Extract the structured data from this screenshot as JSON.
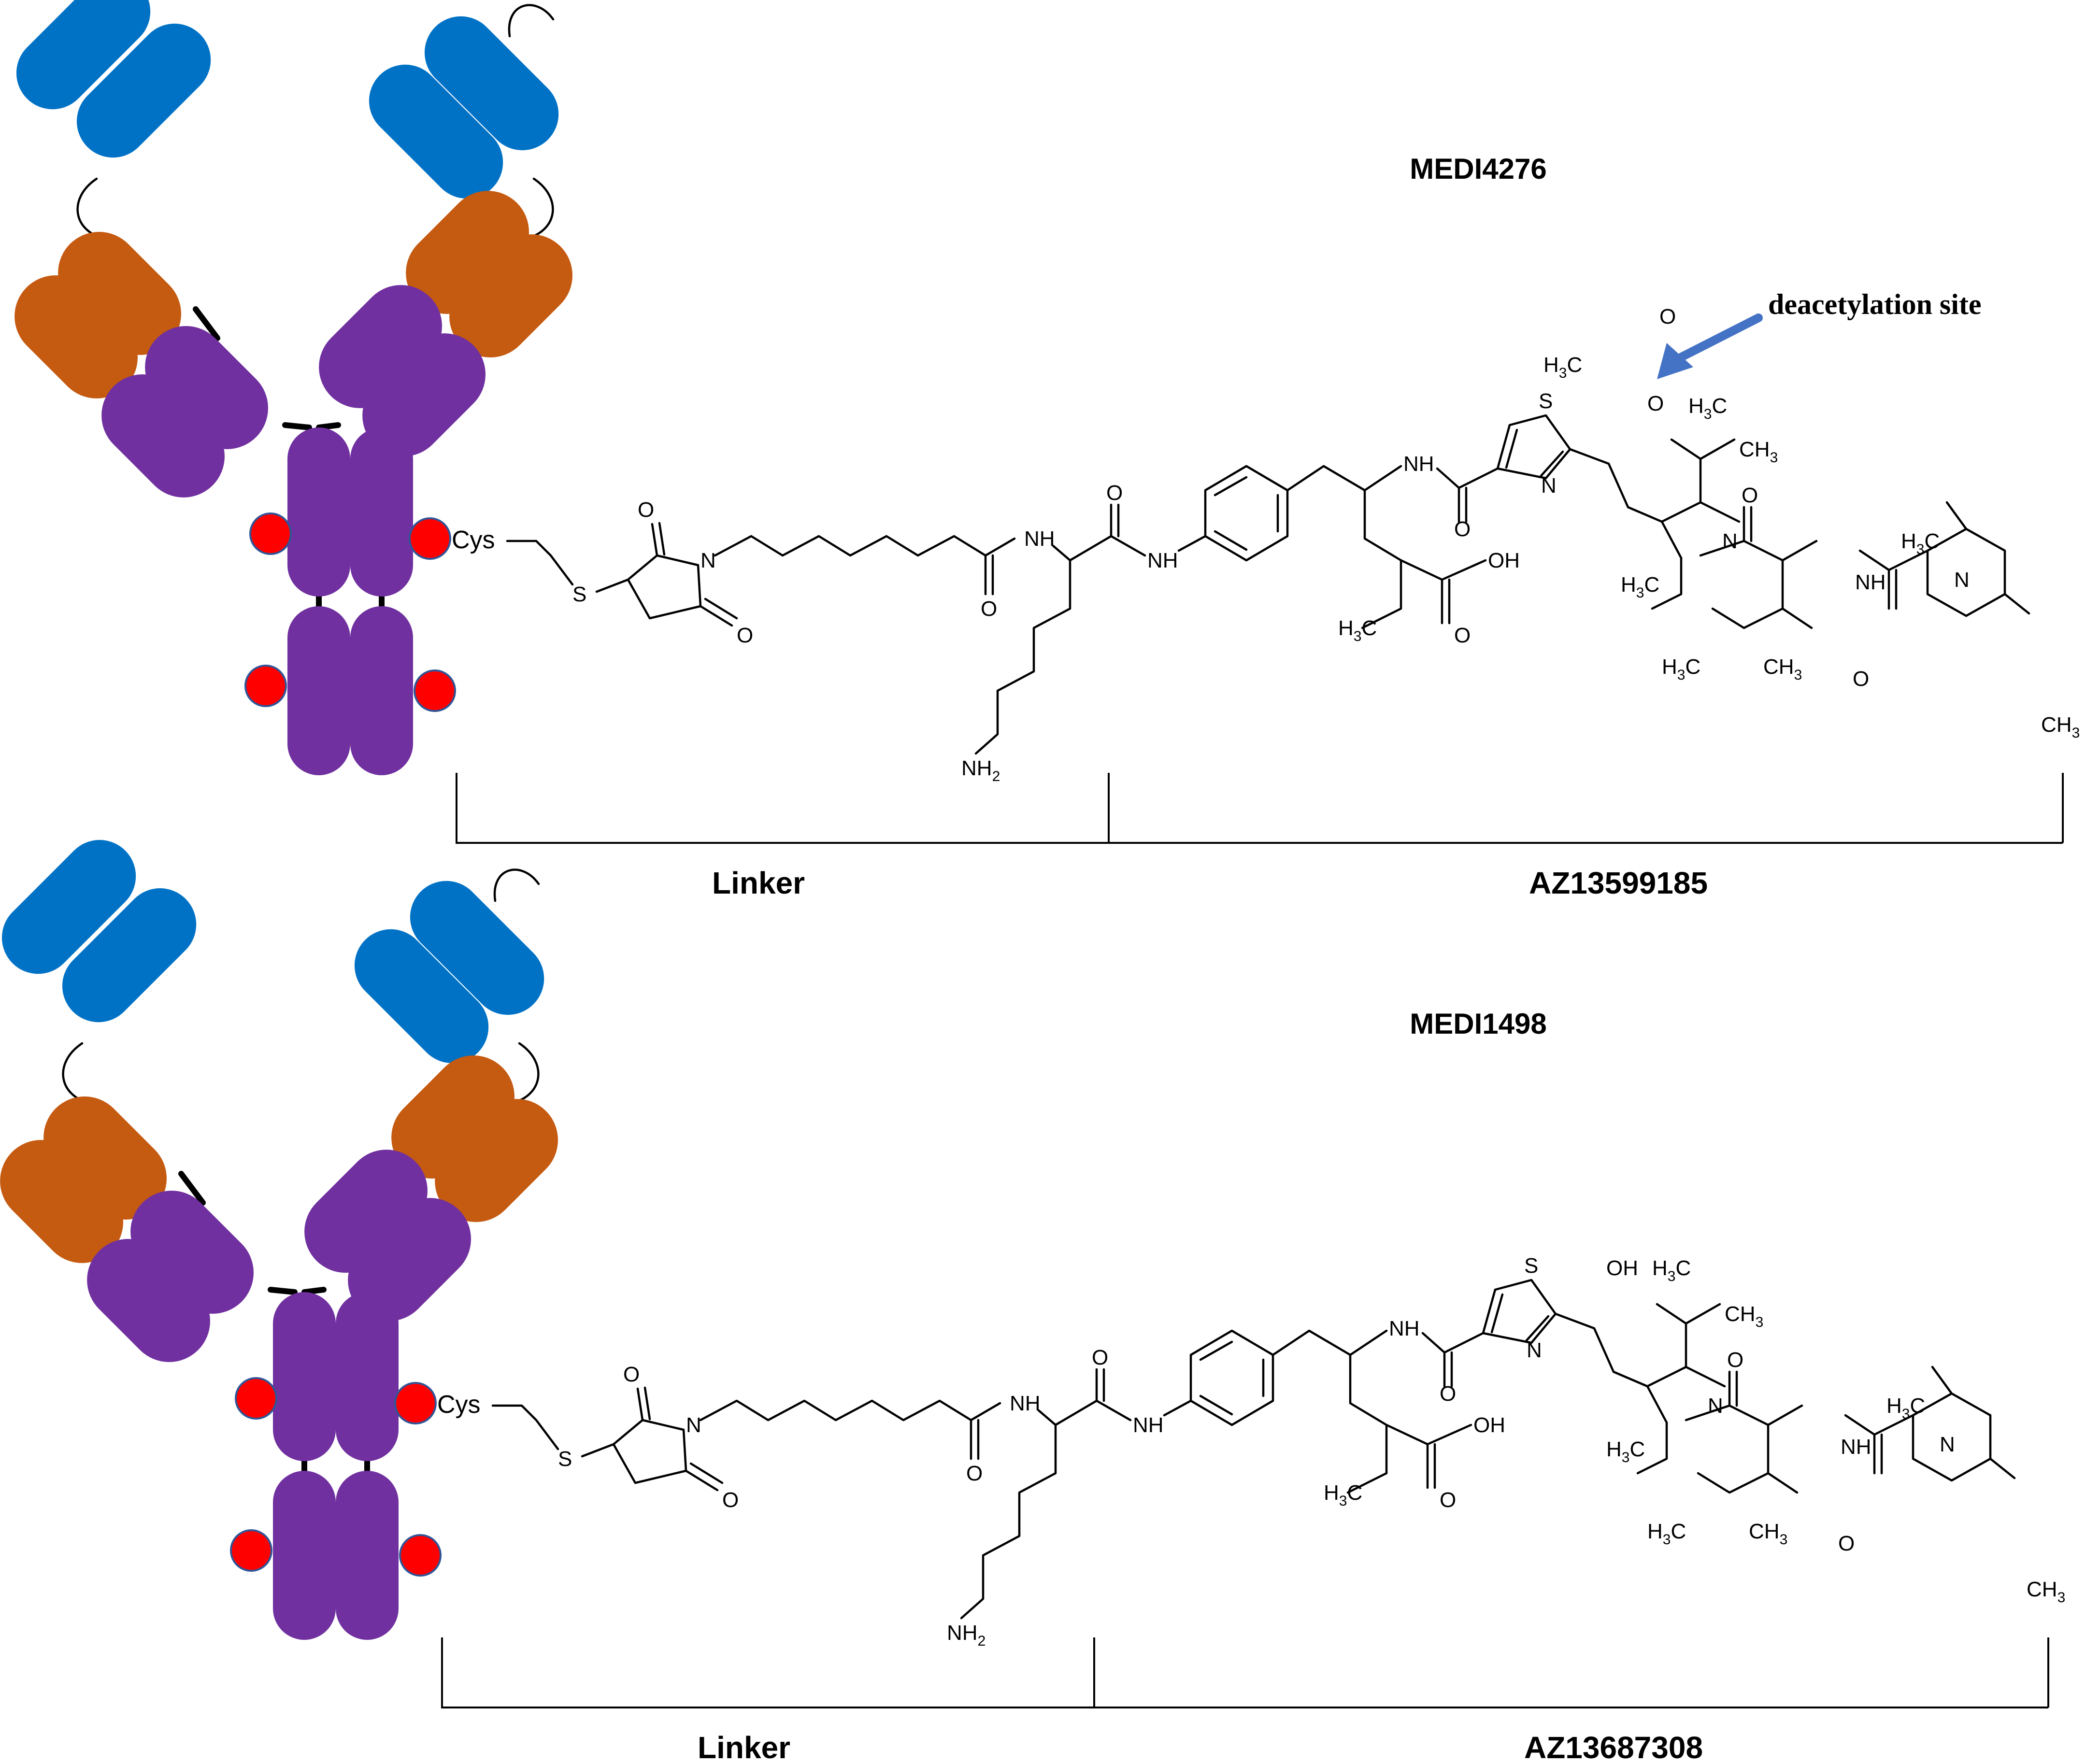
{
  "colors": {
    "variable_domain": "#0072C6",
    "constant_ch1_cl": "#C55A11",
    "heavy_chain": "#7030A0",
    "conjugation_site": "#FF0000",
    "conjugation_site_outline": "#2F5597",
    "arrow": "#4472C4",
    "ink": "#000000"
  },
  "panels": [
    {
      "adc_name": "MEDI4276",
      "cys_label": "Cys",
      "linker_label": "Linker",
      "payload_label": "AZ13599185",
      "annotation": "deacetylation site",
      "acetyl_group": {
        "methyl": "H3C",
        "ester_oxygen": "O",
        "carbonyl_oxygen": "O"
      }
    },
    {
      "adc_name": "MEDI1498",
      "cys_label": "Cys",
      "linker_label": "Linker",
      "payload_label": "AZ13687308",
      "hydroxyl": "OH"
    }
  ],
  "atoms": {
    "S": "S",
    "O": "O",
    "N": "N",
    "NH": "NH",
    "NH2": "NH2",
    "OH": "OH",
    "H3C": "H3C",
    "CH3": "CH3"
  }
}
